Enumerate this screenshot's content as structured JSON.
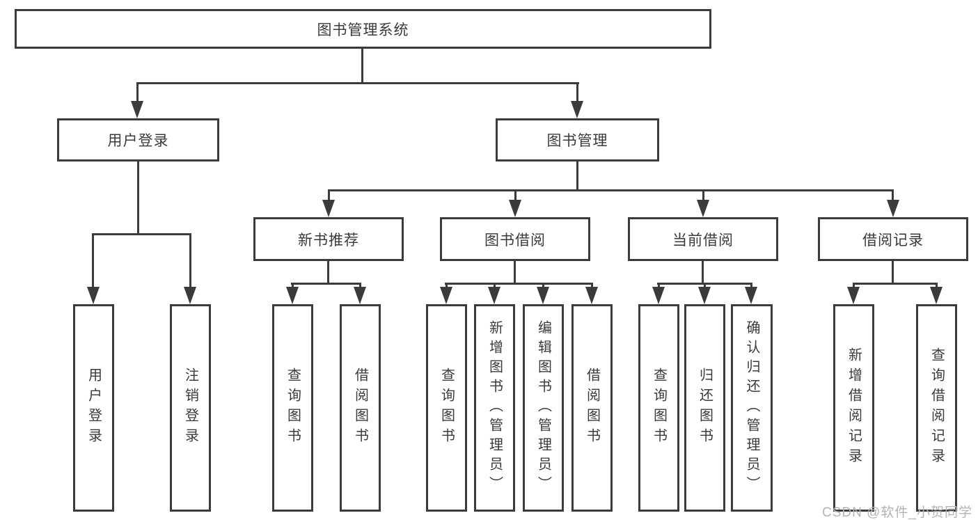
{
  "root": {
    "label": "图书管理系统"
  },
  "level2": {
    "user_login": {
      "label": "用户登录"
    },
    "book_management": {
      "label": "图书管理"
    }
  },
  "level3": {
    "new_book_recommendation": {
      "label": "新书推荐"
    },
    "book_borrowing": {
      "label": "图书借阅"
    },
    "current_borrowing": {
      "label": "当前借阅"
    },
    "borrowing_records": {
      "label": "借阅记录"
    }
  },
  "leaves": {
    "user_login": {
      "label": "用户登录"
    },
    "logout_login": {
      "label": "注销登录"
    },
    "nb_search_books": {
      "label": "查询图书"
    },
    "nb_borrow_books": {
      "label": "借阅图书"
    },
    "bb_search_books": {
      "label": "查询图书"
    },
    "bb_add_books_admin": {
      "label": "新增图书（管理员）"
    },
    "bb_edit_books_admin": {
      "label": "编辑图书（管理员）"
    },
    "bb_borrow_books": {
      "label": "借阅图书"
    },
    "cb_search_books": {
      "label": "查询图书"
    },
    "cb_return_books": {
      "label": "归还图书"
    },
    "cb_confirm_return_admin": {
      "label": "确认归还（管理员）"
    },
    "br_add_borrow_record": {
      "label": "新增借阅记录"
    },
    "br_search_borrow_record": {
      "label": "查询借阅记录"
    }
  },
  "watermark": {
    "text": "CSDN @软件_小贺同学"
  },
  "colors": {
    "line": "#3b3b3b",
    "box_border": "#3b3b3b",
    "text": "#3a3a3a",
    "background": "#ffffff",
    "watermark": "#b3b3b3"
  }
}
